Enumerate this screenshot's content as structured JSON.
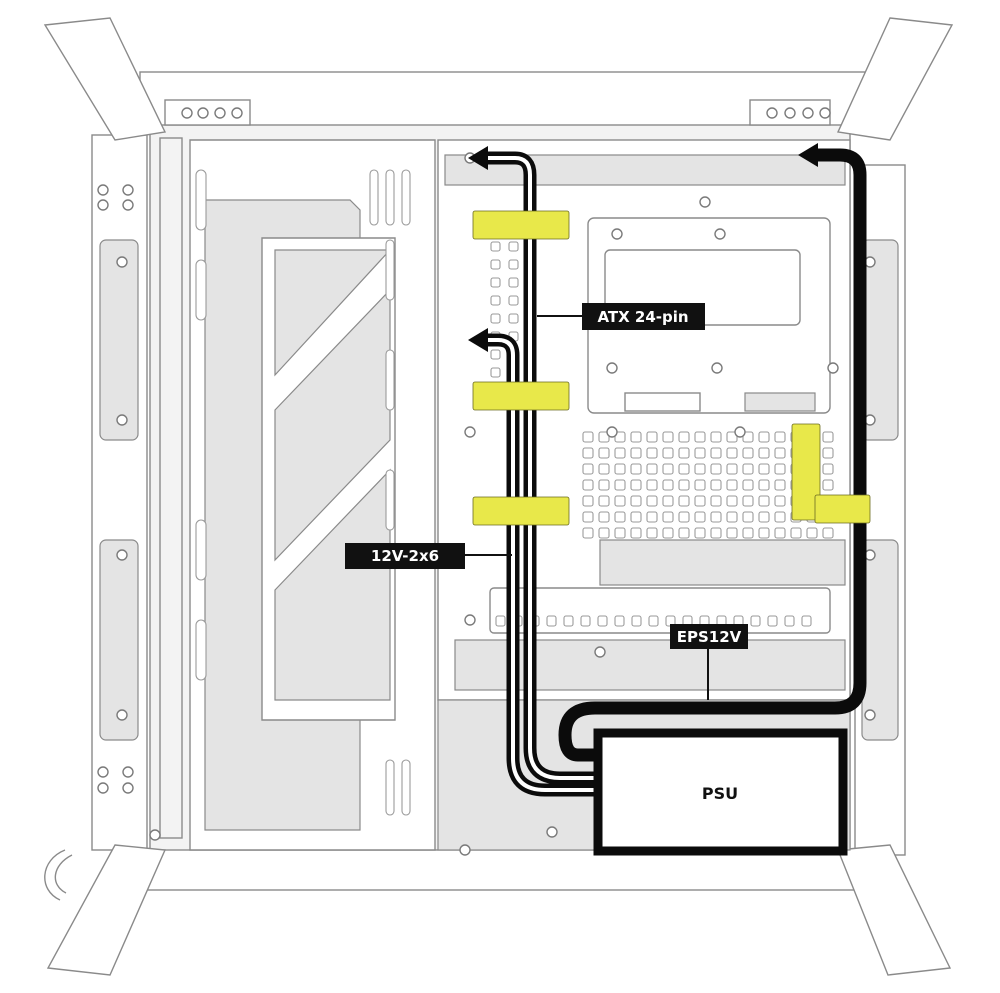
{
  "labels": {
    "atx": "ATX 24-pin",
    "gpu": "12V-2x6",
    "eps": "EPS12V",
    "psu": "PSU"
  },
  "colors": {
    "cable": "#0b0b0b",
    "strap": "#e8e84a",
    "case_outline": "#8a8a8a",
    "case_fill": "#f3f3f3",
    "label_bg": "#111111",
    "label_text": "#ffffff"
  },
  "icons": [
    "arrow-head-icon",
    "screw-icon"
  ]
}
